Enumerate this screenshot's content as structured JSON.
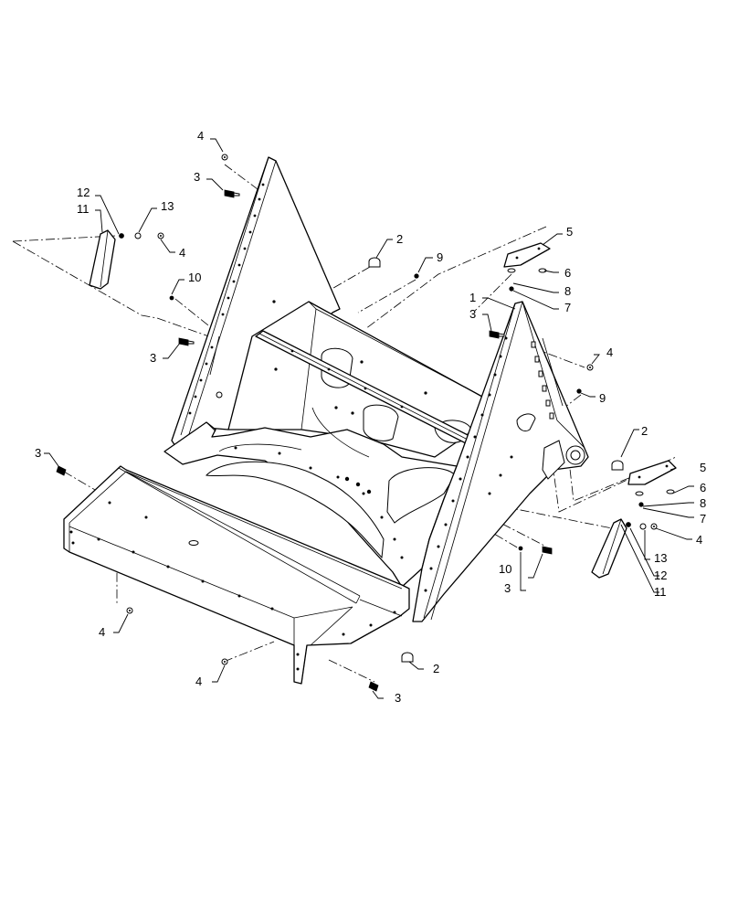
{
  "diagram": {
    "callouts": [
      {
        "id": "c4-top",
        "label": "4"
      },
      {
        "id": "c3-topleft",
        "label": "3"
      },
      {
        "id": "c12-left",
        "label": "12"
      },
      {
        "id": "c11-left",
        "label": "11"
      },
      {
        "id": "c13-left",
        "label": "13"
      },
      {
        "id": "c4-left",
        "label": "4"
      },
      {
        "id": "c2-top",
        "label": "2"
      },
      {
        "id": "c9-top",
        "label": "9"
      },
      {
        "id": "c10-left",
        "label": "10"
      },
      {
        "id": "c5-top",
        "label": "5"
      },
      {
        "id": "c6-top",
        "label": "6"
      },
      {
        "id": "c8-top",
        "label": "8"
      },
      {
        "id": "c7-top",
        "label": "7"
      },
      {
        "id": "c1",
        "label": "1"
      },
      {
        "id": "c3-right",
        "label": "3"
      },
      {
        "id": "c4-right",
        "label": "4"
      },
      {
        "id": "c3-midleft",
        "label": "3"
      },
      {
        "id": "c9-right",
        "label": "9"
      },
      {
        "id": "c2-right",
        "label": "2"
      },
      {
        "id": "c5-right",
        "label": "5"
      },
      {
        "id": "c6-right",
        "label": "6"
      },
      {
        "id": "c8-right",
        "label": "8"
      },
      {
        "id": "c7-right",
        "label": "7"
      },
      {
        "id": "c4-farright",
        "label": "4"
      },
      {
        "id": "c3-left",
        "label": "3"
      },
      {
        "id": "c13-right",
        "label": "13"
      },
      {
        "id": "c12-right",
        "label": "12"
      },
      {
        "id": "c11-right",
        "label": "11"
      },
      {
        "id": "c10-right",
        "label": "10"
      },
      {
        "id": "c3-bottomright",
        "label": "3"
      },
      {
        "id": "c4-bottomleft",
        "label": "4"
      },
      {
        "id": "c4-bottom",
        "label": "4"
      },
      {
        "id": "c2-bottom",
        "label": "2"
      },
      {
        "id": "c3-bottom",
        "label": "3"
      }
    ]
  }
}
